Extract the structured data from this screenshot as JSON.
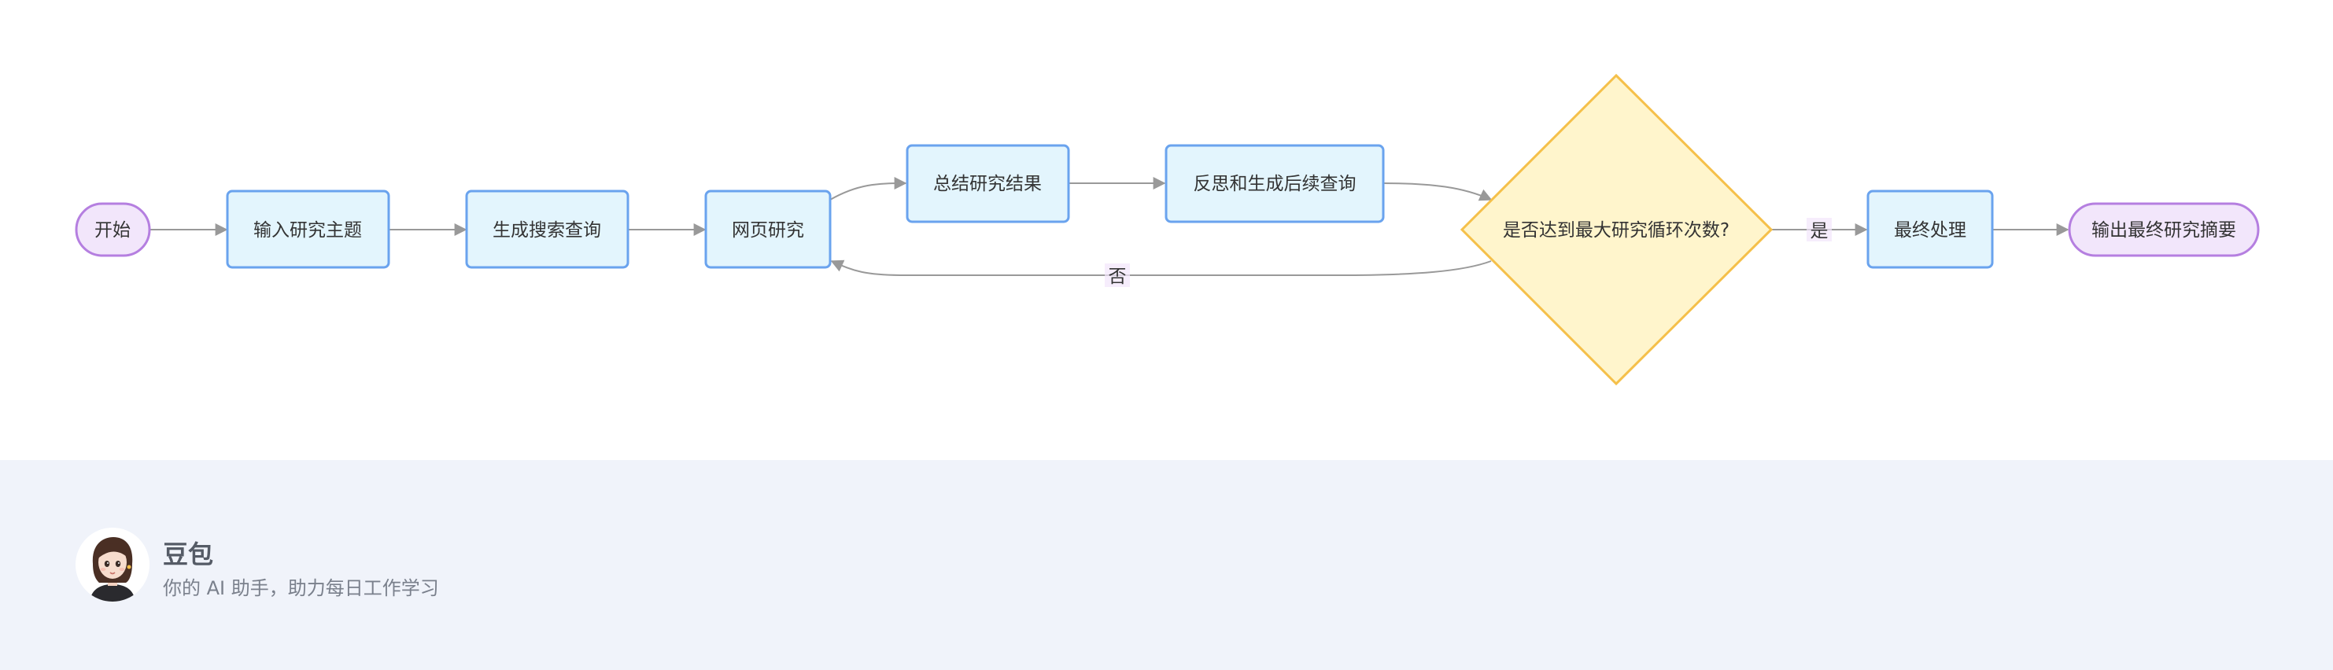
{
  "diagram": {
    "nodes": {
      "start": "开始",
      "input_topic": "输入研究主题",
      "gen_query": "生成搜索查询",
      "web_research": "网页研究",
      "summarize": "总结研究结果",
      "reflect": "反思和生成后续查询",
      "decision": "是否达到最大研究循环次数?",
      "final_process": "最终处理",
      "output": "输出最终研究摘要"
    },
    "edge_labels": {
      "yes": "是",
      "no": "否"
    },
    "colors": {
      "process_fill": "#e3f5fd",
      "process_stroke": "#6aa3ee",
      "terminal_fill": "#f2e6fb",
      "terminal_stroke": "#b57fe0",
      "decision_fill": "#fff5cc",
      "decision_stroke": "#f5c04a",
      "edge": "#999999"
    }
  },
  "footer": {
    "brand_name": "豆包",
    "tagline": "你的 AI 助手，助力每日工作学习",
    "background": "#f0f3fa"
  }
}
